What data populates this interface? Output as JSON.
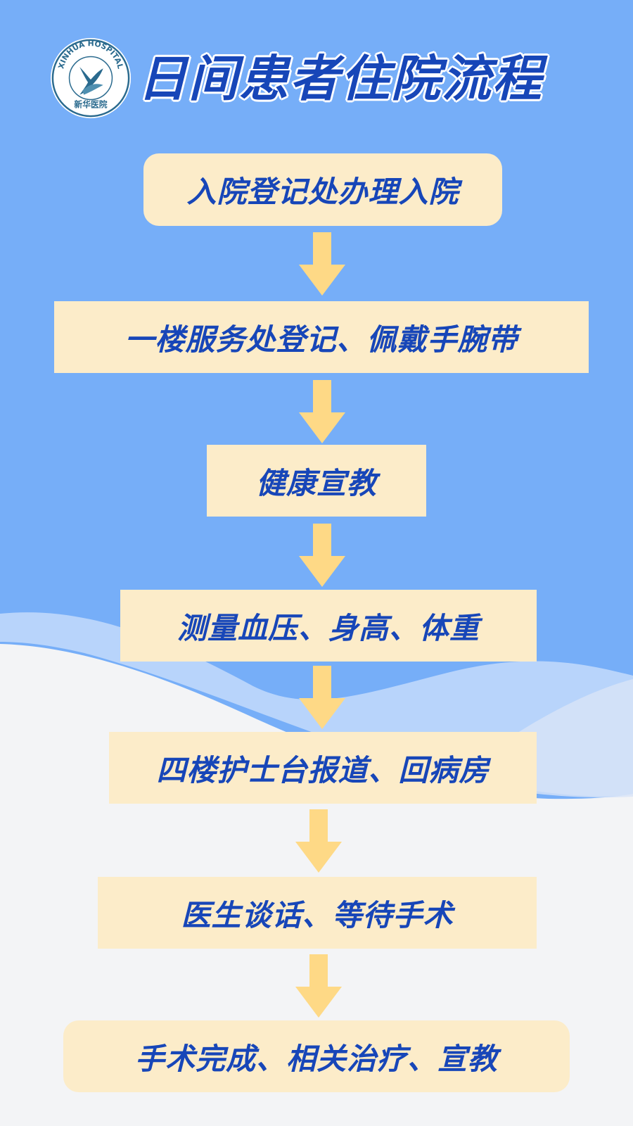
{
  "title": "日间患者住院流程",
  "logo": {
    "text_en": "XINHUA HOSPITAL",
    "text_cn": "新华医院"
  },
  "steps": [
    {
      "label": "入院登记处办理入院"
    },
    {
      "label": "一楼服务处登记、佩戴手腕带"
    },
    {
      "label": "健康宣教"
    },
    {
      "label": "测量血压、身高、体重"
    },
    {
      "label": "四楼护士台报道、回病房"
    },
    {
      "label": "医生谈话、等待手术"
    },
    {
      "label": "手术完成、相关治疗、宣教"
    }
  ],
  "colors": {
    "background_blue": "#76aef8",
    "background_light": "#f3f4f6",
    "step_fill": "#fcecc9",
    "text_blue": "#1746b8",
    "arrow": "#fed986"
  }
}
